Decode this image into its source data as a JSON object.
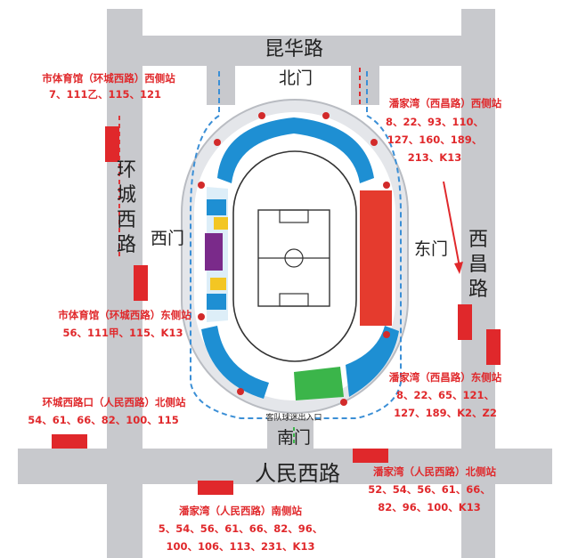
{
  "roads": {
    "north": "昆华路",
    "west": "环城西路",
    "east": "西昌路",
    "south": "人民西路"
  },
  "gates": {
    "north": "北门",
    "west": "西门",
    "east": "东门",
    "south": "南门"
  },
  "team_entrance": "客队球迷出入口",
  "stops": [
    {
      "id": "ticg-w",
      "title": "市体育馆（环城西路）西侧站",
      "lines": [
        "7、111乙、115、121"
      ]
    },
    {
      "id": "pjw-xc-w",
      "title": "潘家湾（西昌路）西侧站",
      "lines": [
        "8、22、93、110、",
        "127、160、189、",
        "213、K13"
      ]
    },
    {
      "id": "ticg-e",
      "title": "市体育馆（环城西路）东侧站",
      "lines": [
        "56、111甲、115、K13"
      ]
    },
    {
      "id": "pjw-xc-e",
      "title": "潘家湾（西昌路）东侧站",
      "lines": [
        "8、22、65、121、",
        "127、189、K2、Z2"
      ]
    },
    {
      "id": "hcxlk-n",
      "title": "环城西路口（人民西路）北侧站",
      "lines": [
        "54、61、66、82、100、115"
      ]
    },
    {
      "id": "pjw-rm-n",
      "title": "潘家湾（人民西路）北侧站",
      "lines": [
        "52、54、56、61、66、",
        "82、96、100、K13"
      ]
    },
    {
      "id": "pjw-rm-s",
      "title": "潘家湾（人民西路）南侧站",
      "lines": [
        "5、54、56、61、66、82、96、",
        "100、106、113、231、K13"
      ]
    }
  ],
  "colors": {
    "road": "#c8c9cd",
    "stop_marker": "#e0282b",
    "stop_text": "#e0282b",
    "stand_blue": "#1e8fd3",
    "stand_red": "#e53b2e",
    "stand_green": "#3bb54a",
    "stand_purple": "#7a2a8a",
    "stand_yellow": "#f3c623",
    "pitch_line": "#333333",
    "route_blue": "#3b8fd6",
    "route_red": "#e0282b"
  }
}
